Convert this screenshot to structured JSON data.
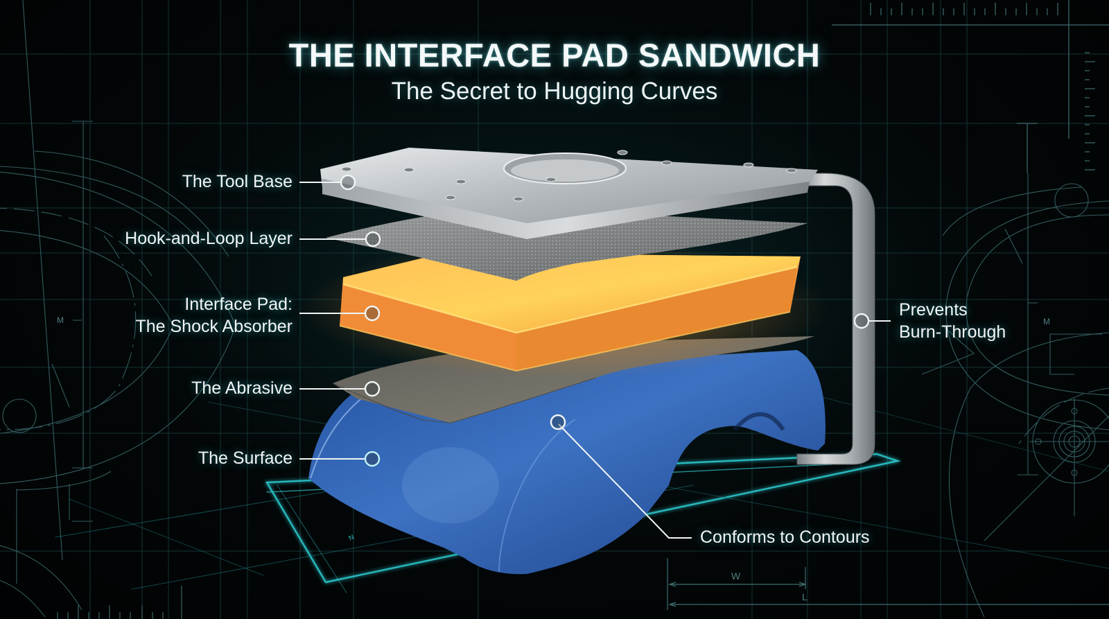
{
  "header": {
    "title": "THE INTERFACE PAD SANDWICH",
    "subtitle": "The Secret to Hugging Curves"
  },
  "callouts": {
    "tool_base": "The Tool Base",
    "hook_loop": "Hook-and-Loop Layer",
    "interface_pad_line1": "Interface Pad:",
    "interface_pad_line2": "The Shock Absorber",
    "abrasive": "The Abrasive",
    "surface": "The Surface",
    "prevents_line1": "Prevents",
    "prevents_line2": "Burn-Through",
    "conforms": "Conforms to Contours"
  },
  "blueprint_marks": {
    "left_dim": "M",
    "right_dim": "M",
    "width_dim": "W",
    "length_dim": "L",
    "floor_dim": "N"
  },
  "colors": {
    "background": "#020405",
    "grid": "#1d4a4c",
    "cyan_glow": "#3fe0e6",
    "steel": "#b9bec2",
    "foam_orange": "#f2922e",
    "surface_blue": "#2f62b0",
    "abrasive_gray": "#6f6f6a"
  }
}
